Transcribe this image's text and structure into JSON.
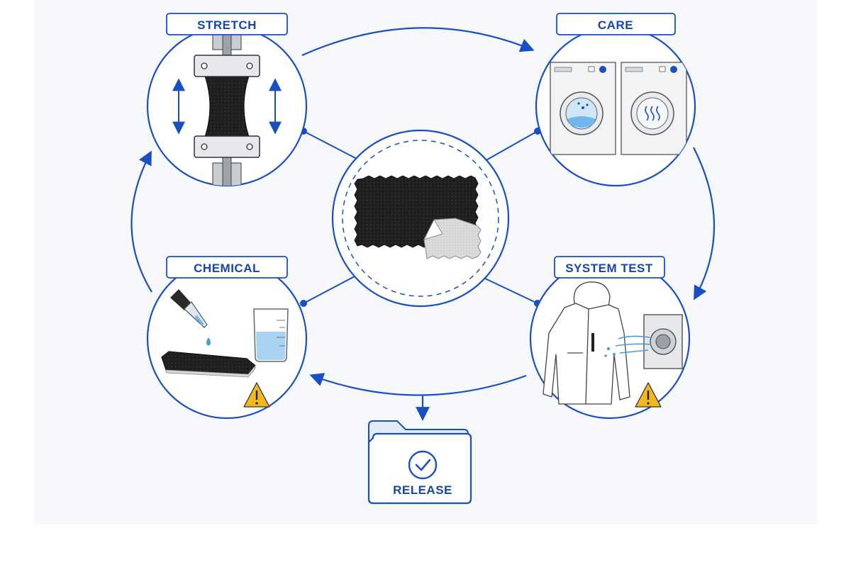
{
  "diagram": {
    "center_node": {
      "name": "fabric-laminate-swatch"
    },
    "stages": [
      {
        "id": "stretch",
        "label": "STRETCH"
      },
      {
        "id": "care",
        "label": "CARE"
      },
      {
        "id": "chemical",
        "label": "CHEMICAL"
      },
      {
        "id": "system",
        "label": "SYSTEM TEST"
      }
    ],
    "release": {
      "label": "RELEASE"
    }
  },
  "colors": {
    "accent": "#1a4fc4",
    "label_text": "#1745a8",
    "panel_bg": "#f7f8fb",
    "fabric": "#1e1e1e",
    "membrane": "#d9d9d9",
    "warning": "#f2b81e",
    "water": "#6fb6ea"
  }
}
